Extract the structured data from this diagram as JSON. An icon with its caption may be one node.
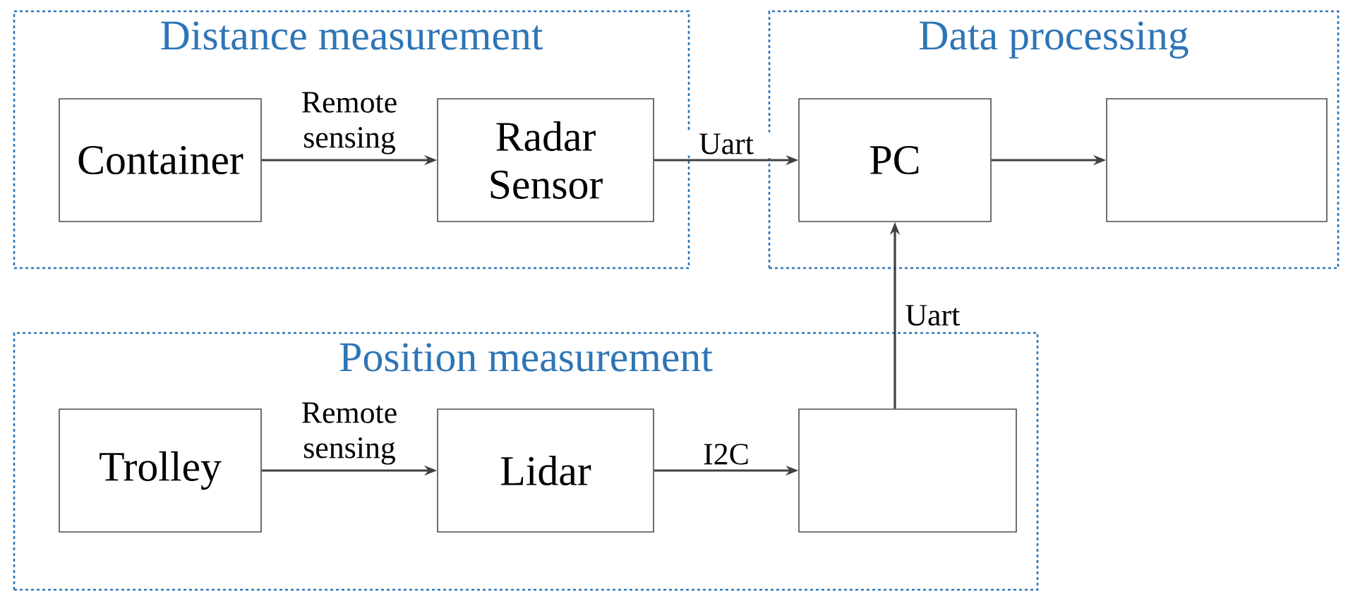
{
  "diagram": {
    "nodes": [
      {
        "text": [
          "Distance measurement"
        ]
      },
      {
        "text": [
          "Container"
        ],
        "in": 0
      },
      {
        "text": [
          "Radar Sensor"
        ],
        "in": 0
      },
      {
        "text": [
          "Data processing"
        ]
      },
      {
        "text": [
          "PC"
        ],
        "in": 3
      },
      {
        "text": [],
        "shape": "box",
        "in": 3
      },
      {
        "text": [
          "Position measurement"
        ]
      },
      {
        "text": [
          "Trolley"
        ],
        "in": 6
      },
      {
        "text": [
          "Lidar"
        ],
        "in": 6
      },
      {
        "text": [],
        "shape": "box",
        "in": 6
      }
    ],
    "edges": [
      {
        "from": 1,
        "to": 2,
        "arrow": "to",
        "label": "Remote sensing"
      },
      {
        "from": 2,
        "to": 4,
        "arrow": "to",
        "label": "Uart"
      },
      {
        "from": 4,
        "to": 5,
        "arrow": "to"
      },
      {
        "from": 7,
        "to": 8,
        "arrow": "to",
        "label": "Remote sensing"
      },
      {
        "from": 8,
        "to": 9,
        "arrow": "to",
        "label": "I2C"
      },
      {
        "from": 9,
        "to": 4,
        "arrow": "to",
        "label": "Uart"
      }
    ]
  }
}
